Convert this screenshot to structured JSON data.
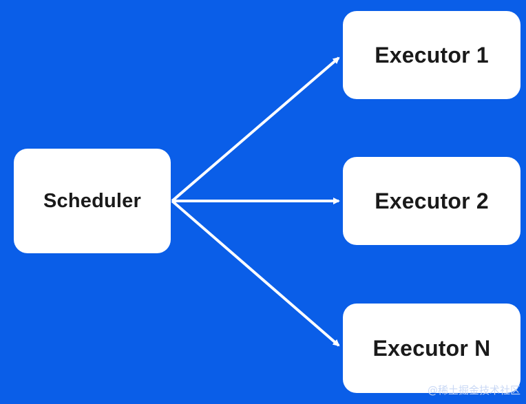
{
  "diagram": {
    "source": {
      "label": "Scheduler"
    },
    "targets": [
      {
        "label": "Executor 1"
      },
      {
        "label": "Executor 2"
      },
      {
        "label": "Executor N"
      }
    ],
    "edges": [
      {
        "from": "Scheduler",
        "to": "Executor 1"
      },
      {
        "from": "Scheduler",
        "to": "Executor 2"
      },
      {
        "from": "Scheduler",
        "to": "Executor N"
      }
    ]
  },
  "colors": {
    "background": "#0a5ee8",
    "node_fill": "#ffffff",
    "arrow": "#ffffff",
    "text": "#1a1a1a"
  },
  "watermark": "@稀土掘金技术社区"
}
